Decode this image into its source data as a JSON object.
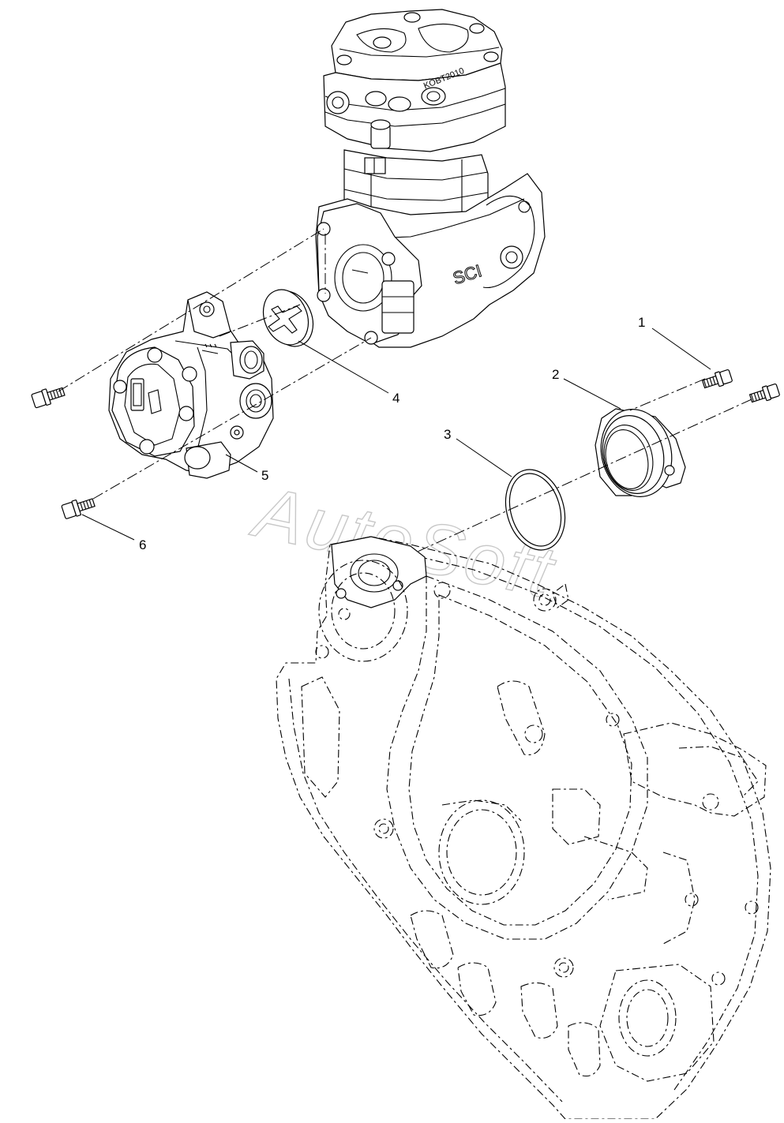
{
  "diagram": {
    "watermark": "AutoSoft",
    "stamp_text": "KOBT2010",
    "callouts": [
      "1",
      "2",
      "3",
      "4",
      "5",
      "6"
    ]
  }
}
